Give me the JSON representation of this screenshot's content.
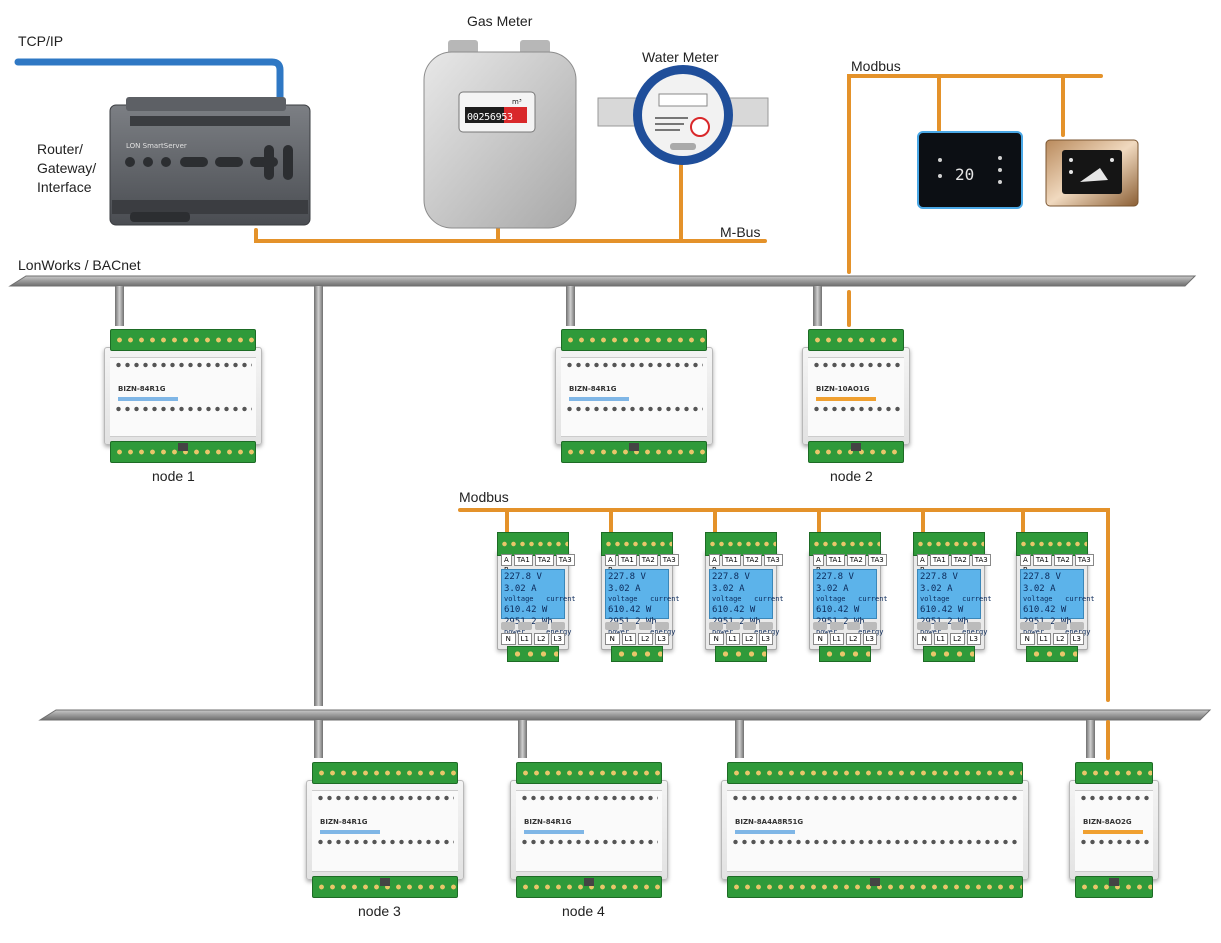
{
  "labels": {
    "tcp_ip": "TCP/IP",
    "router": [
      "Router/",
      "Gateway/",
      "Interface"
    ],
    "smartserver": "LON SmartServer",
    "gas_meter": "Gas Meter",
    "gas_reading": "00256953",
    "gas_unit": "m³",
    "water_meter": "Water Meter",
    "modbus_top": "Modbus",
    "mbus": "M-Bus",
    "lonworks": "LonWorks / BACnet",
    "modbus_mid": "Modbus",
    "node1": "node 1",
    "node2": "node 2",
    "node3": "node 3",
    "node4": "node 4"
  },
  "modules": {
    "m84r_a": "BIZN-84R1G",
    "m84r_b": "BIZN-84R1G",
    "m10ao": "BIZN-10AO1G",
    "m84r_c": "BIZN-84R1G",
    "m84r_d": "BIZN-84R1G",
    "m8a4": "BIZN-8A4A8R51G",
    "m8ao": "BIZN-8AO2G"
  },
  "energy_meter": {
    "header": [
      "A B",
      "TA1",
      "TA2",
      "TA3"
    ],
    "voltage": "227.8 V",
    "current": "3.02 A",
    "power": "610.42 W",
    "energy": "2951.2 Wh",
    "row1_labels": "voltage   current",
    "row2_labels": "power     energy",
    "phases": [
      "N",
      "L1",
      "L2",
      "L3"
    ]
  },
  "colors": {
    "bus_gray": "#8f8f8f",
    "modbus_orange": "#e4922a",
    "tcp_blue": "#2f78c4",
    "terminal_green": "#2f9a3a",
    "lcd_blue": "#5cb3ea"
  }
}
